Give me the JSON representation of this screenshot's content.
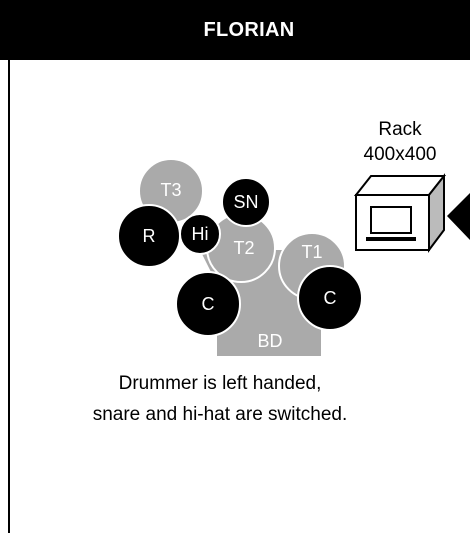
{
  "header": {
    "title": "FLORIAN"
  },
  "rack": {
    "line1": "Rack",
    "line2": "400x400"
  },
  "drums": {
    "t3": "T3",
    "sn": "SN",
    "r": "R",
    "hi": "Hi",
    "t2": "T2",
    "t1": "T1",
    "c_left": "C",
    "c_right": "C",
    "bd": "BD"
  },
  "note": {
    "line1": "Drummer is left handed,",
    "line2": "snare and hi-hat are switched."
  },
  "colors": {
    "black": "#000000",
    "gray": "#aaaaaa",
    "white": "#ffffff"
  }
}
